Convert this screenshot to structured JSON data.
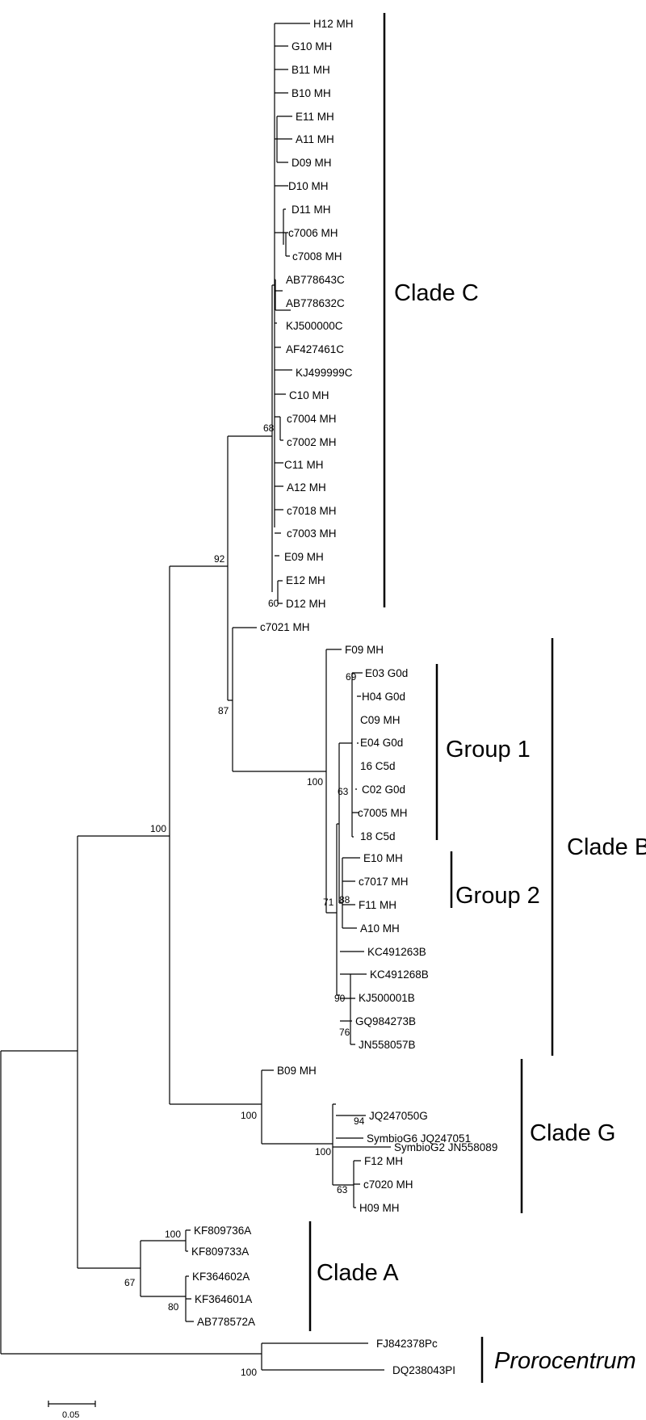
{
  "tree": {
    "leaves": [
      "H12 MH",
      "G10 MH",
      "B11 MH",
      "B10 MH",
      "E11 MH",
      "A11 MH",
      "D09 MH",
      "D10 MH",
      "D11 MH",
      "c7006 MH",
      "c7008 MH",
      "AB778643C",
      "AB778632C",
      "KJ500000C",
      "AF427461C",
      "KJ499999C",
      "C10 MH",
      "c7004 MH",
      "c7002 MH",
      "C11 MH",
      "A12 MH",
      "c7018 MH",
      "c7003 MH",
      "E09 MH",
      "E12 MH",
      "D12 MH",
      "c7021 MH",
      "F09 MH",
      "E03 G0d",
      "H04 G0d",
      "C09 MH",
      "E04 G0d",
      "16 C5d",
      "C02 G0d",
      "c7005 MH",
      "18 C5d",
      "E10 MH",
      "c7017 MH",
      "F11 MH",
      "A10 MH",
      "KC491263B",
      "KC491268B",
      "KJ500001B",
      "GQ984273B",
      "JN558057B",
      "B09 MH",
      "JQ247050G",
      "SymbioG6 JQ247051",
      "SymbioG2 JN558089",
      "F12 MH",
      "c7020 MH",
      "H09 MH",
      "KF809736A",
      "KF809733A",
      "KF364602A",
      "KF364601A",
      "AB778572A",
      "FJ842378Pc",
      "DQ238043PI"
    ],
    "support": [
      "68",
      "60",
      "92",
      "87",
      "69",
      "63",
      "100",
      "88",
      "71",
      "90",
      "76",
      "100",
      "94",
      "100",
      "63",
      "100",
      "100",
      "67",
      "80",
      "100",
      "100"
    ],
    "clades": {
      "clade_c": "Clade C",
      "group_1": "Group 1",
      "group_2": "Group 2",
      "clade_b": "Clade B",
      "clade_g": "Clade G",
      "clade_a": "Clade A",
      "prorocentrum": "Prorocentrum"
    },
    "scale_bar": "0.05"
  }
}
